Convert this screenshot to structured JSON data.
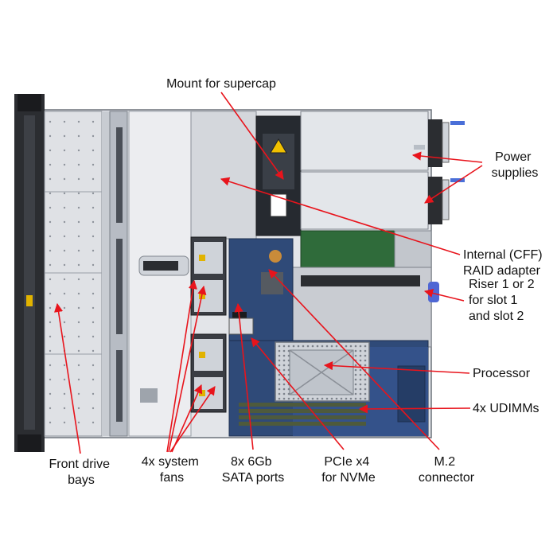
{
  "colors": {
    "arrow": "#e8141c",
    "chassis": "#d9dbe0",
    "motherboard": "#2f4a78",
    "pcb_green": "#2f6b3a",
    "psu": "#dfe2e6",
    "text": "#111111"
  },
  "labels": {
    "supercap": [
      "Mount for supercap"
    ],
    "power_supplies": [
      "Power",
      "supplies"
    ],
    "raid_adapter": [
      "Internal (CFF)",
      "RAID adapter"
    ],
    "riser": [
      "Riser 1 or 2",
      "for slot 1",
      "and slot 2"
    ],
    "processor": [
      "Processor"
    ],
    "udimms": [
      "4x UDIMMs"
    ],
    "front_drive_bays": [
      "Front drive",
      "bays"
    ],
    "system_fans": [
      "4x system",
      "fans"
    ],
    "sata_ports": [
      "8x 6Gb",
      "SATA ports"
    ],
    "pcie_nvme": [
      "PCIe x4",
      "for NVMe"
    ],
    "m2_connector": [
      "M.2",
      "connector"
    ]
  }
}
